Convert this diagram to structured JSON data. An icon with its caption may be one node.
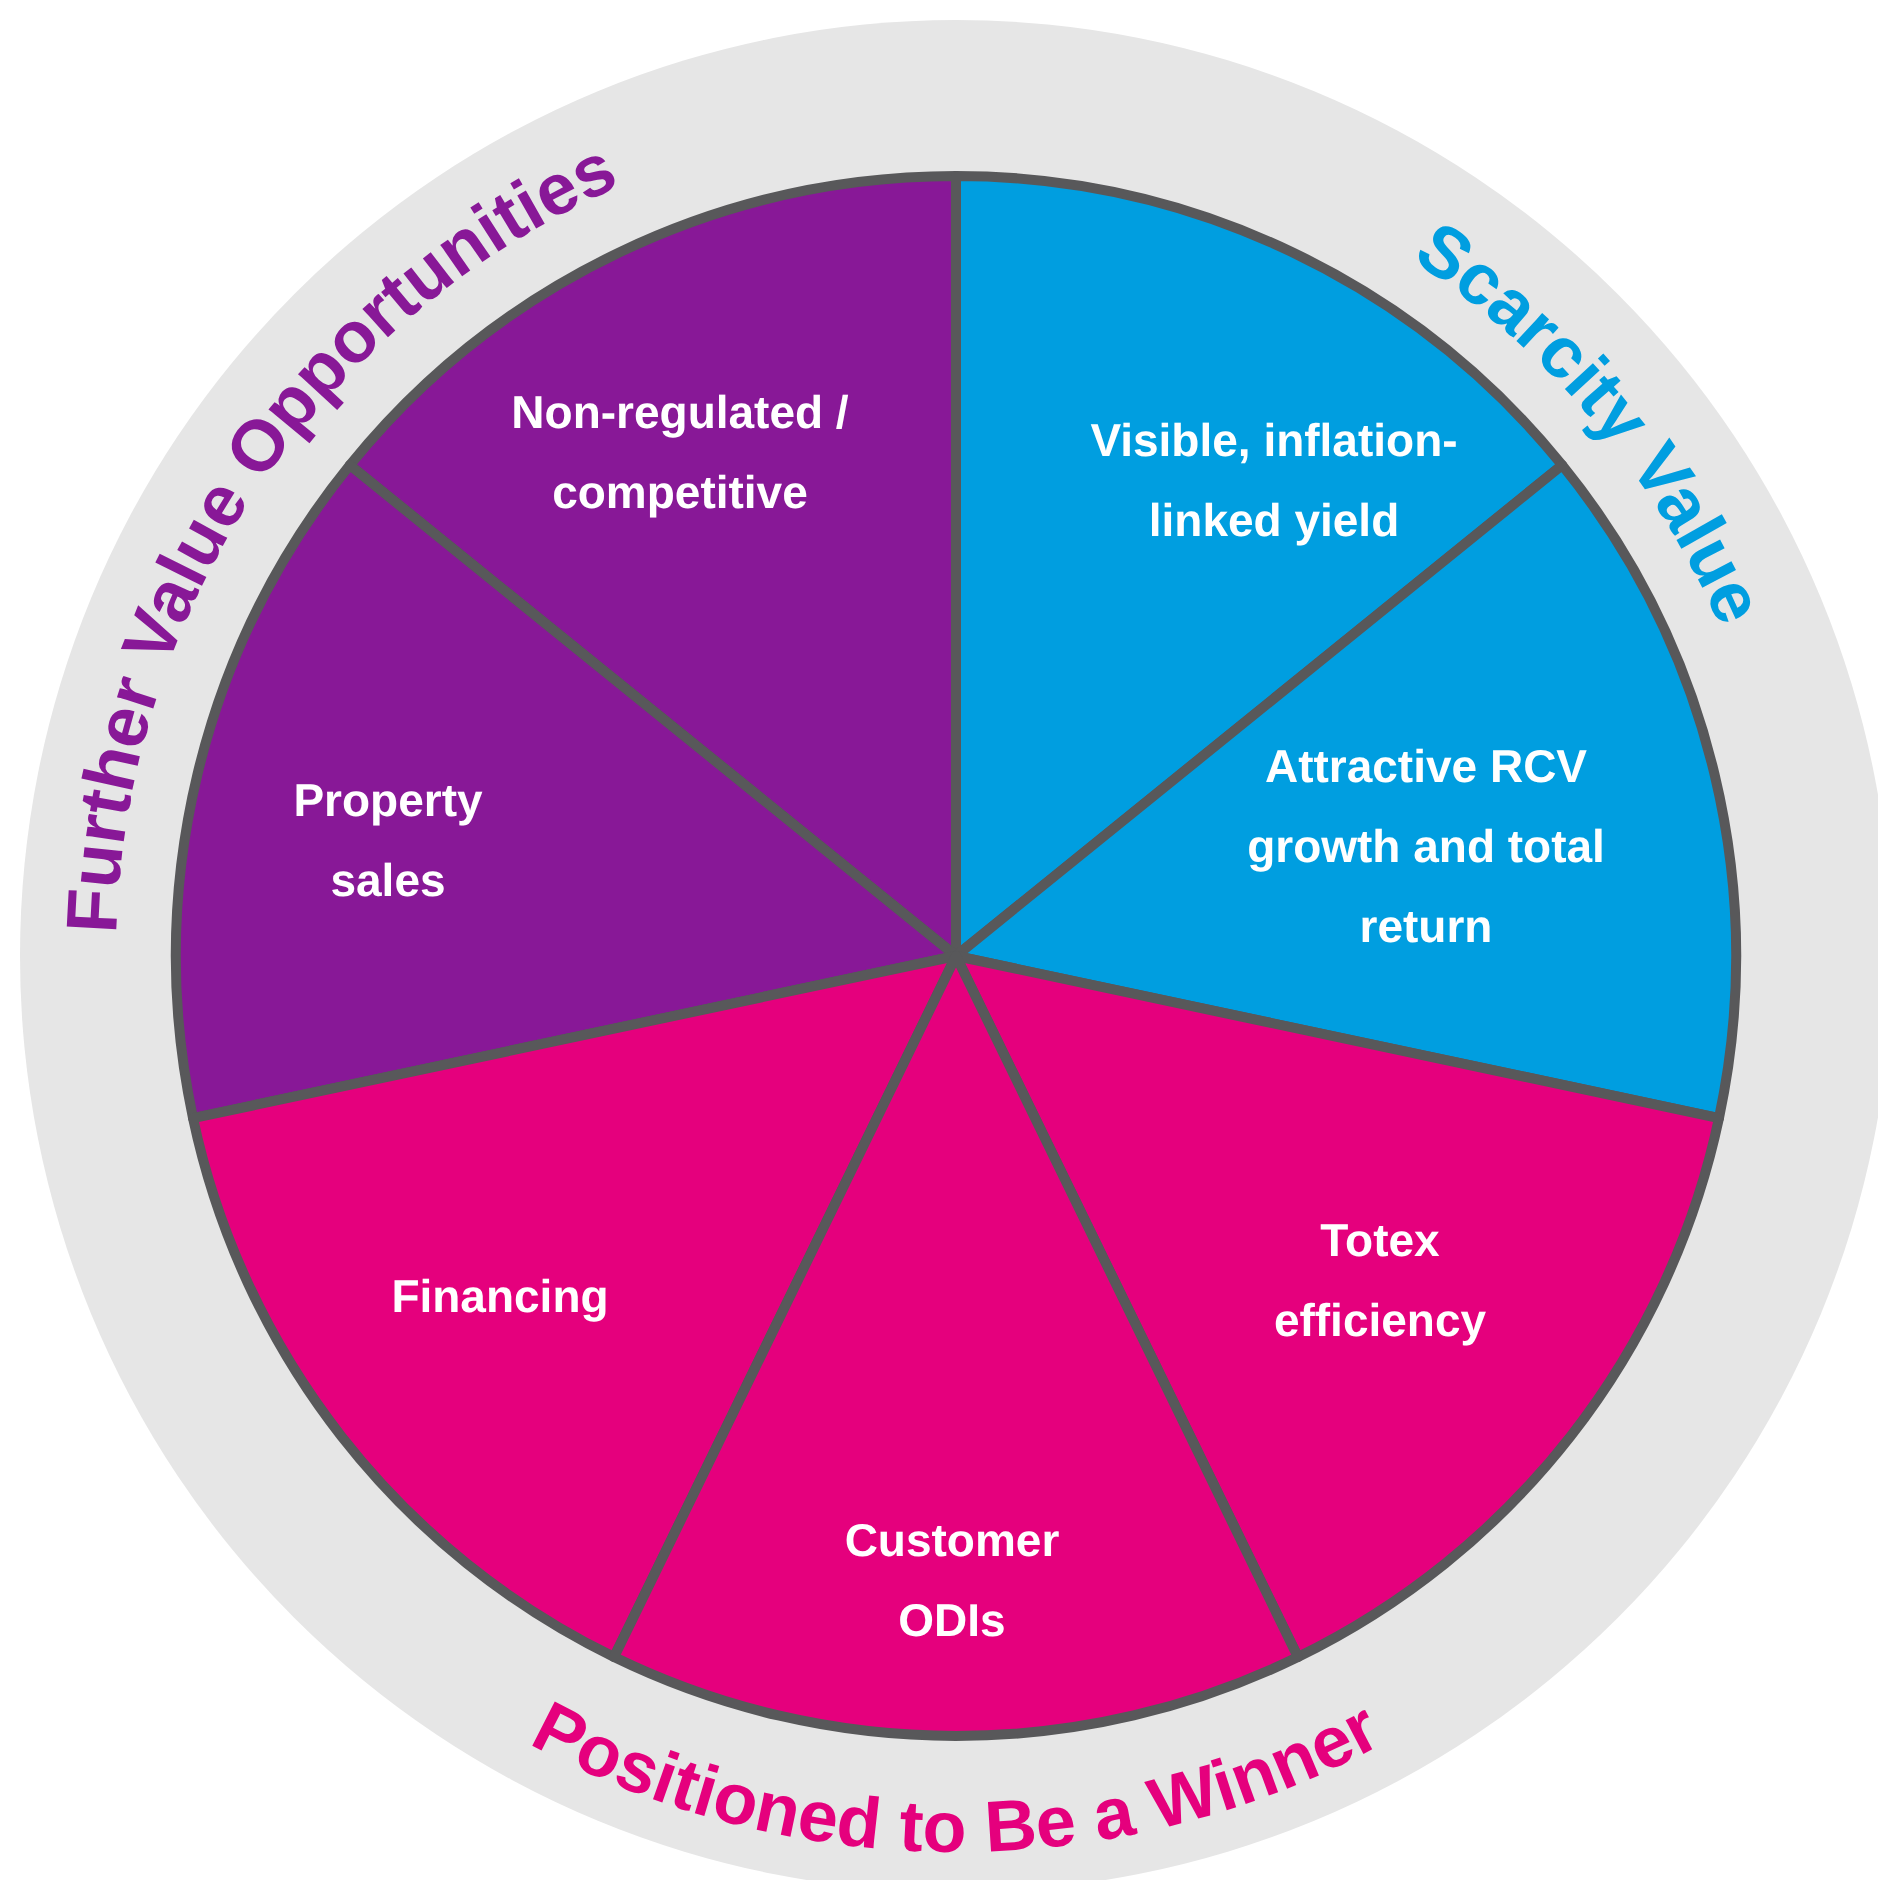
{
  "diagram": {
    "nodes": [
      {
        "text": [
          "Non-regulated / competitive"
        ]
      },
      {
        "text": [
          "Visible, inflation-linked yield"
        ]
      },
      {
        "text": [
          "Property sales"
        ]
      },
      {
        "text": [
          "Attractive RCV growth and total return"
        ]
      },
      {
        "text": [
          "Financing"
        ]
      },
      {
        "text": [
          "Totex efficiency"
        ]
      },
      {
        "text": [
          "Customer ODIs"
        ]
      }
    ],
    "labels": [
      "Further Value Opportunities",
      "Scarcity Value",
      "Positioned to Be a Winner"
    ]
  }
}
